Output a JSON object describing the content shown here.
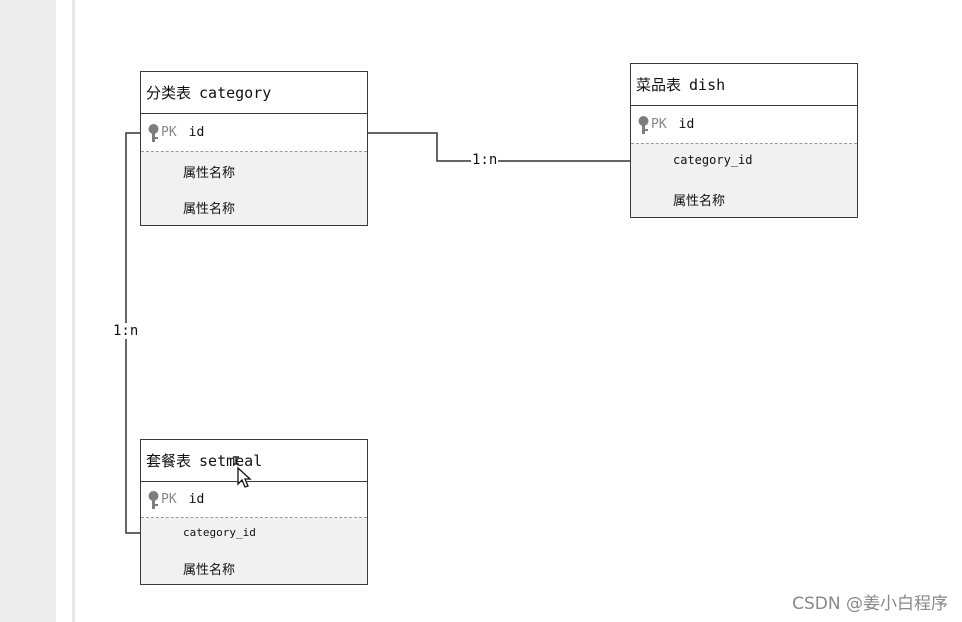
{
  "entities": {
    "category": {
      "title_cn": "分类表",
      "title_en": "category",
      "pk_label": "PK",
      "pk_field": "id",
      "attributes": [
        "属性名称",
        "属性名称"
      ]
    },
    "dish": {
      "title_cn": "菜品表",
      "title_en": "dish",
      "pk_label": "PK",
      "pk_field": "id",
      "attributes": [
        "category_id",
        "属性名称"
      ]
    },
    "setmeal": {
      "title_cn": "套餐表",
      "title_en": "setmeal",
      "pk_label": "PK",
      "pk_field": "id",
      "attributes": [
        "category_id",
        "属性名称"
      ]
    }
  },
  "relationships": [
    {
      "from": "category",
      "to": "dish",
      "label": "1:n"
    },
    {
      "from": "category",
      "to": "setmeal",
      "label": "1:n"
    }
  ],
  "watermark": "CSDN @姜小白程序"
}
